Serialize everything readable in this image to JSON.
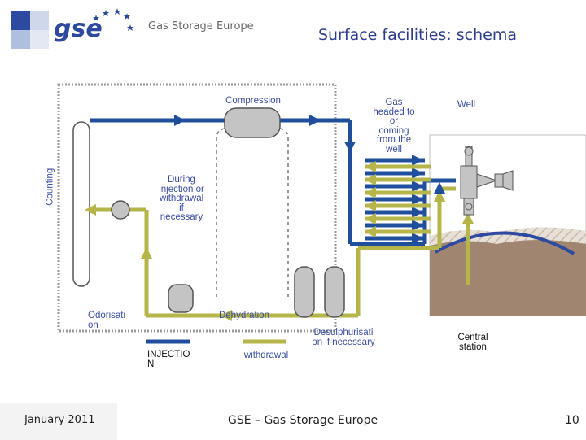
{
  "header": {
    "logo_text": "gse",
    "brand": "Gas Storage Europe",
    "title": "Surface facilities: schema"
  },
  "labels": {
    "compression": "Compression",
    "gas_headed": [
      "Gas",
      "headed to",
      "or",
      "coming",
      "from the",
      "well"
    ],
    "well": "Well",
    "counting": "Counting",
    "during": [
      "During",
      "injection or",
      "withdrawal",
      "if",
      "necessary"
    ],
    "odorisation": [
      "Odorisati",
      "on"
    ],
    "dehydration": "Dehydration",
    "desulphurisation": [
      "Desulphurisati",
      "on if necessary"
    ],
    "central_station": [
      "Central",
      "station"
    ]
  },
  "legend": {
    "injection": [
      "INJECTIO",
      "N"
    ],
    "withdrawal": "withdrawal",
    "injection_color": "#1f4e9c",
    "withdrawal_color": "#b5b54a"
  },
  "footer": {
    "date": "January 2011",
    "org": "GSE – Gas Storage Europe",
    "page": "10"
  }
}
